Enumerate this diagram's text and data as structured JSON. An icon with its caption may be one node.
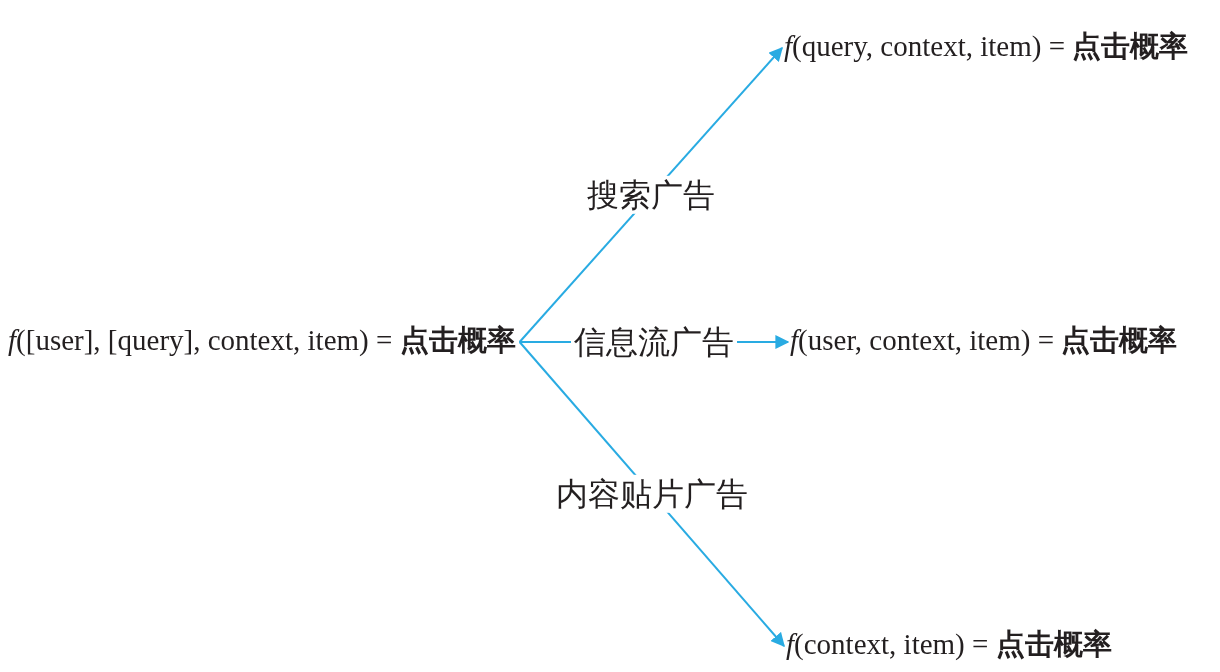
{
  "diagram": {
    "nodes": [
      {
        "text": [
          "*f*([user], [query], context, item) = **点击概率**"
        ]
      },
      {
        "text": [
          "*f*(query, context, item) = **点击概率**"
        ]
      },
      {
        "text": [
          "*f*(user, context, item) = **点击概率**"
        ]
      },
      {
        "text": [
          "*f*(context, item) = **点击概率**"
        ]
      }
    ],
    "edges": [
      {
        "from": 0,
        "to": 1,
        "arrow": "to",
        "label": "搜索广告"
      },
      {
        "from": 0,
        "to": 2,
        "arrow": "to",
        "label": "信息流广告"
      },
      {
        "from": 0,
        "to": 3,
        "arrow": "to",
        "label": "内容贴片广告"
      }
    ]
  }
}
